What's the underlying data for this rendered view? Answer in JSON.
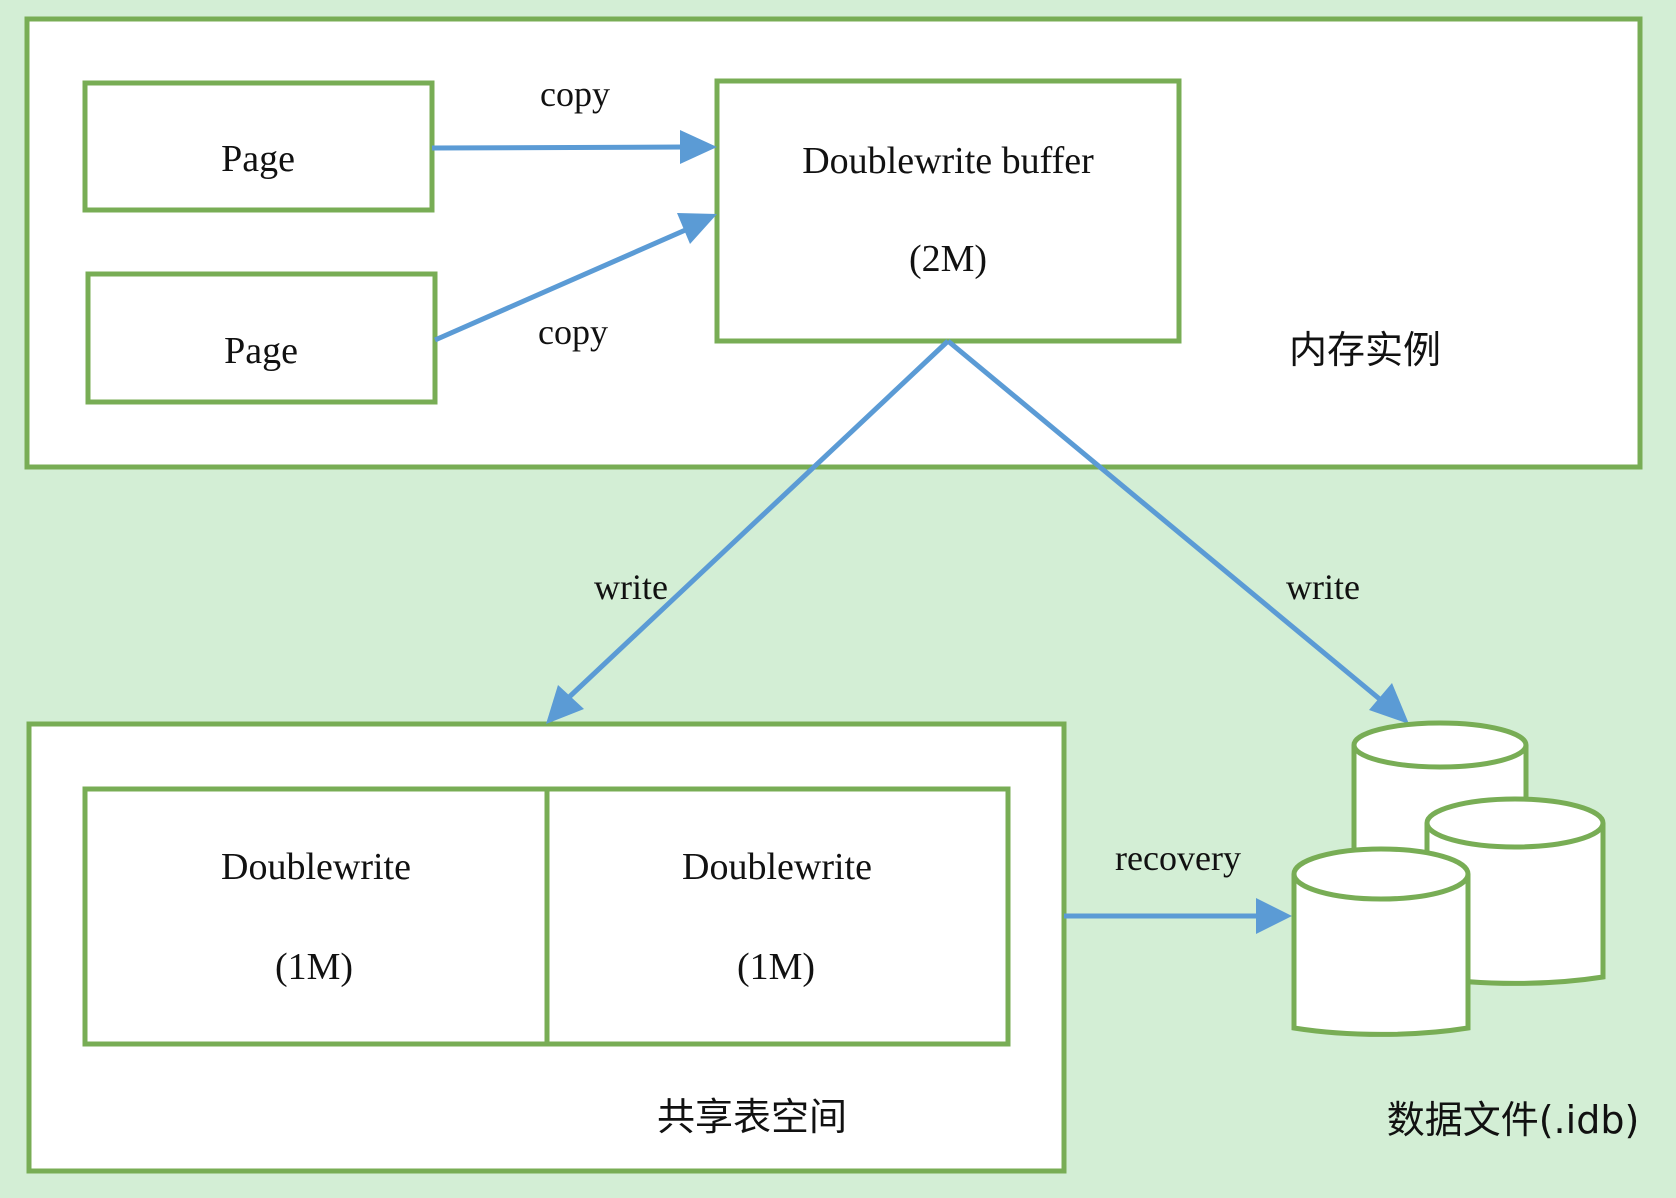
{
  "memory_instance": {
    "label": "内存实例",
    "page_top": "Page",
    "page_bottom": "Page",
    "copy_top": "copy",
    "copy_bottom": "copy",
    "buffer_title": "Doublewrite buffer",
    "buffer_size": "(2M)"
  },
  "edges": {
    "write_left": "write",
    "write_right": "write",
    "recovery": "recovery"
  },
  "shared_tablespace": {
    "label": "共享表空间",
    "left_title": "Doublewrite",
    "left_size": "(1M)",
    "right_title": "Doublewrite",
    "right_size": "(1M)"
  },
  "data_files": {
    "label": "数据文件(.idb)"
  },
  "colors": {
    "background": "#d3eed5",
    "box_border": "#78ad55",
    "arrow": "#5b9bd5"
  }
}
